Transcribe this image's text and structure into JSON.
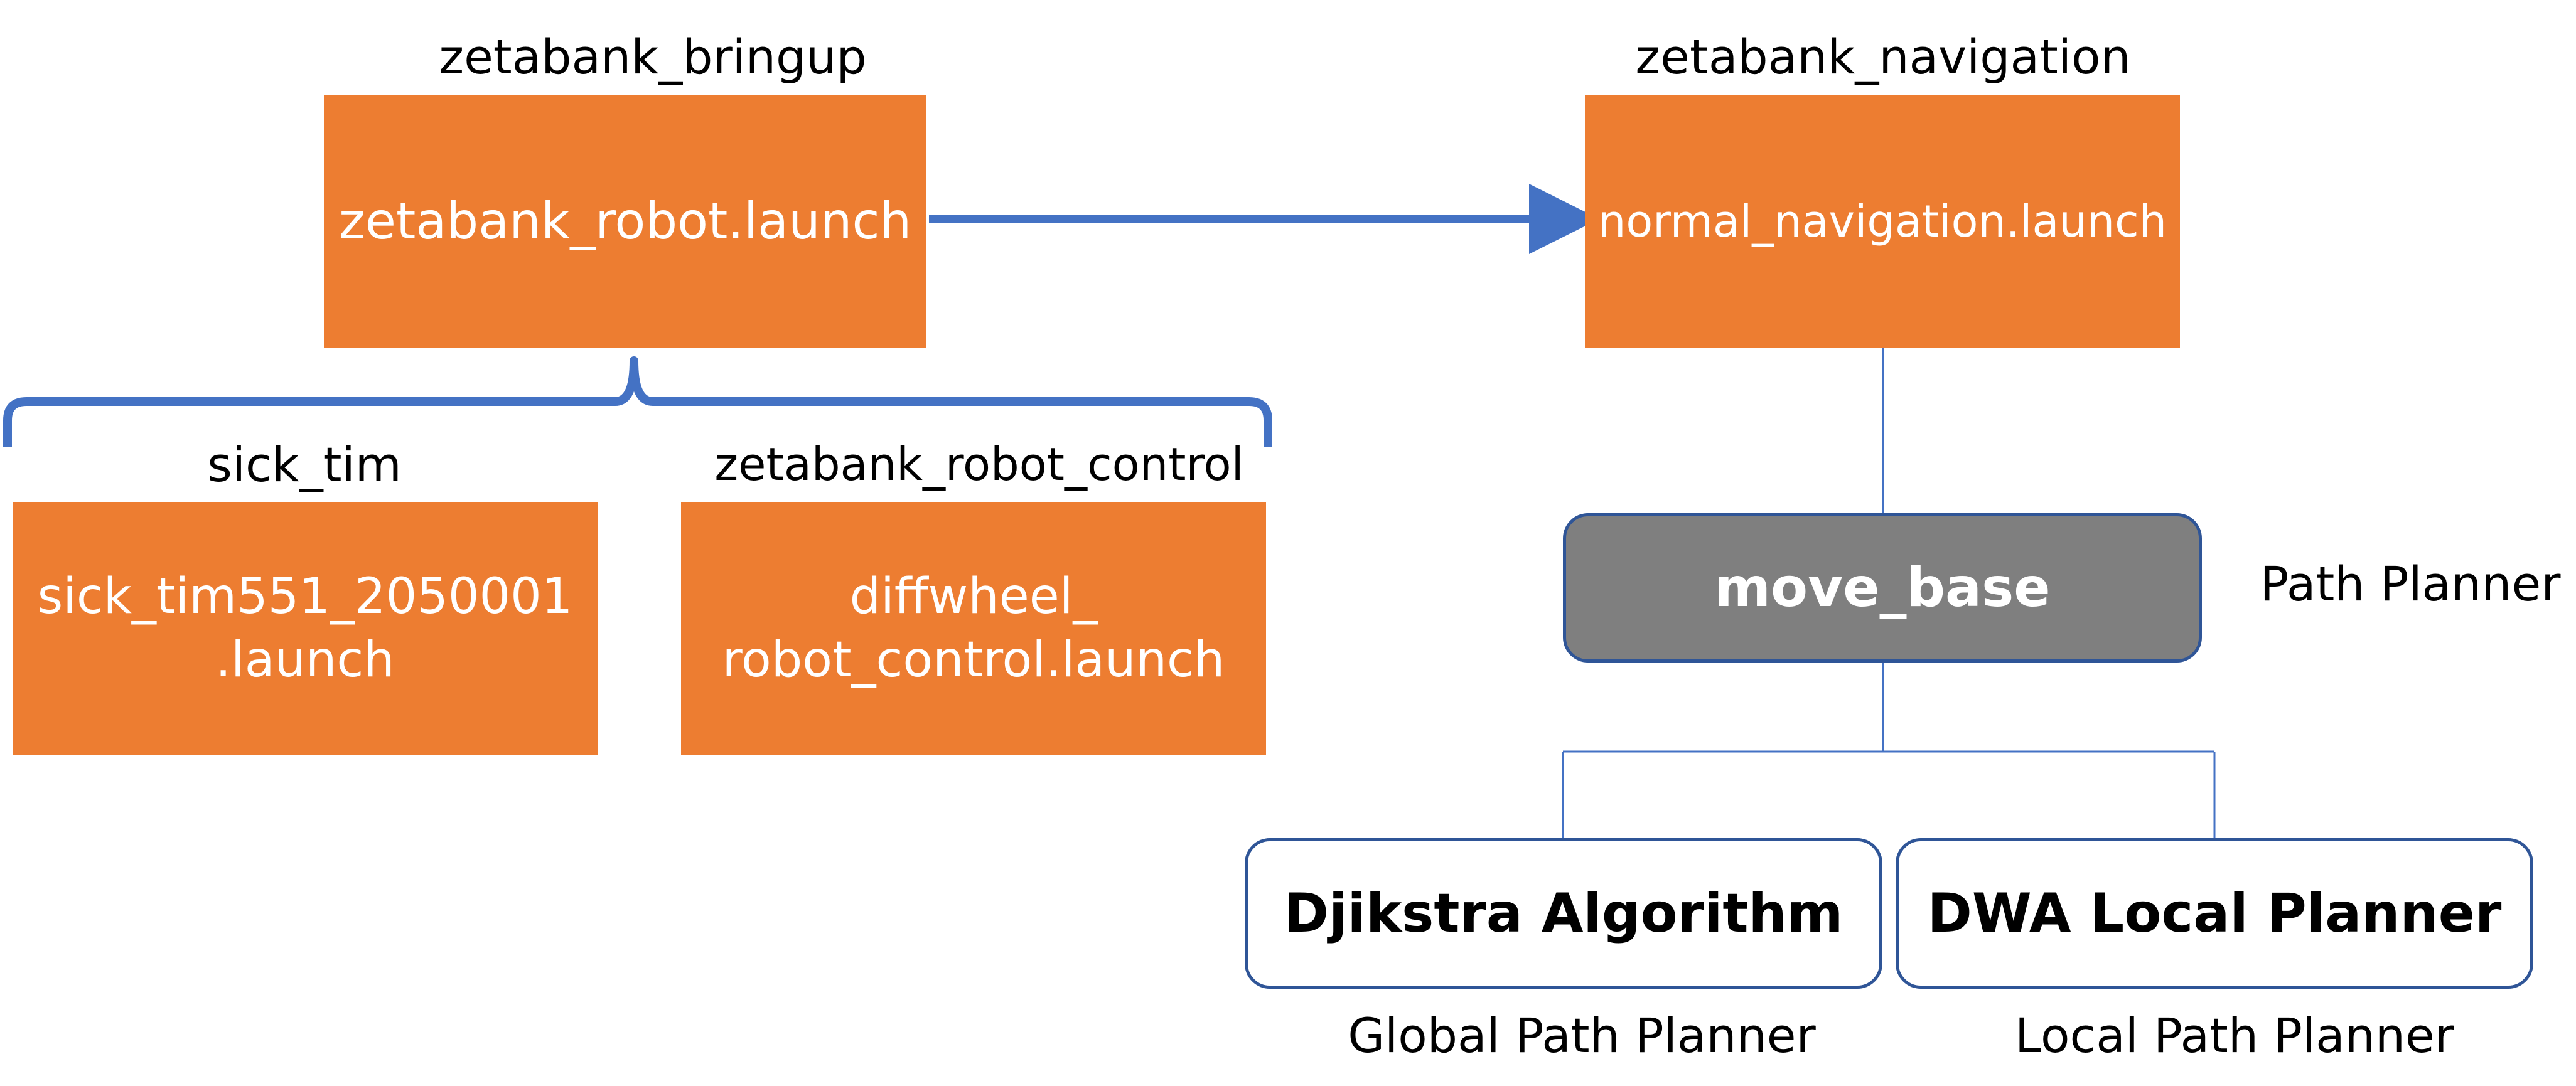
{
  "bringup": {
    "package_label": "zetabank_bringup",
    "launch_file": "zetabank_robot.launch"
  },
  "navigation": {
    "package_label": "zetabank_navigation",
    "launch_file": "normal_navigation.launch"
  },
  "sick_tim": {
    "package_label": "sick_tim",
    "launch_line1": "sick_tim551_2050001",
    "launch_line2": ".launch"
  },
  "robot_control": {
    "package_label": "zetabank_robot_control",
    "launch_line1": "diffwheel_",
    "launch_line2": "robot_control.launch"
  },
  "move_base": {
    "label": "move_base",
    "caption": "Path Planner"
  },
  "global_planner": {
    "label": "Djikstra Algorithm",
    "caption": "Global Path Planner"
  },
  "local_planner": {
    "label": "DWA Local Planner",
    "caption": "Local Path Planner"
  },
  "colors": {
    "launch_box": "#ED7D31",
    "node_box": "#7F7F7F",
    "connector": "#4472C4",
    "border": "#2F5597"
  }
}
